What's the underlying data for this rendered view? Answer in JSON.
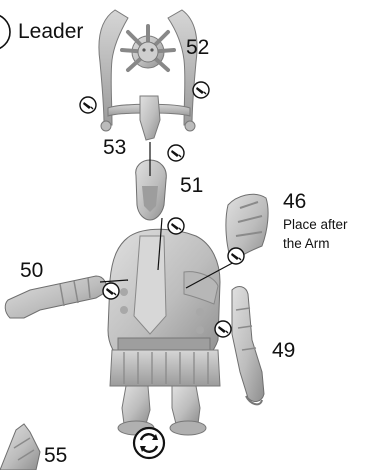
{
  "title": "Leader",
  "parts": {
    "p52": "52",
    "p53": "53",
    "p51": "51",
    "p46": "46",
    "p50": "50",
    "p49": "49",
    "p55": "55"
  },
  "note": {
    "line1": "Place after",
    "line2": "the Arm"
  },
  "icons": {
    "glue": "glue-icon",
    "rotate": "rotate-view-icon"
  },
  "colors": {
    "part_fill": "#c9c9c9",
    "part_shade": "#9a9a9a",
    "line": "#111111"
  }
}
